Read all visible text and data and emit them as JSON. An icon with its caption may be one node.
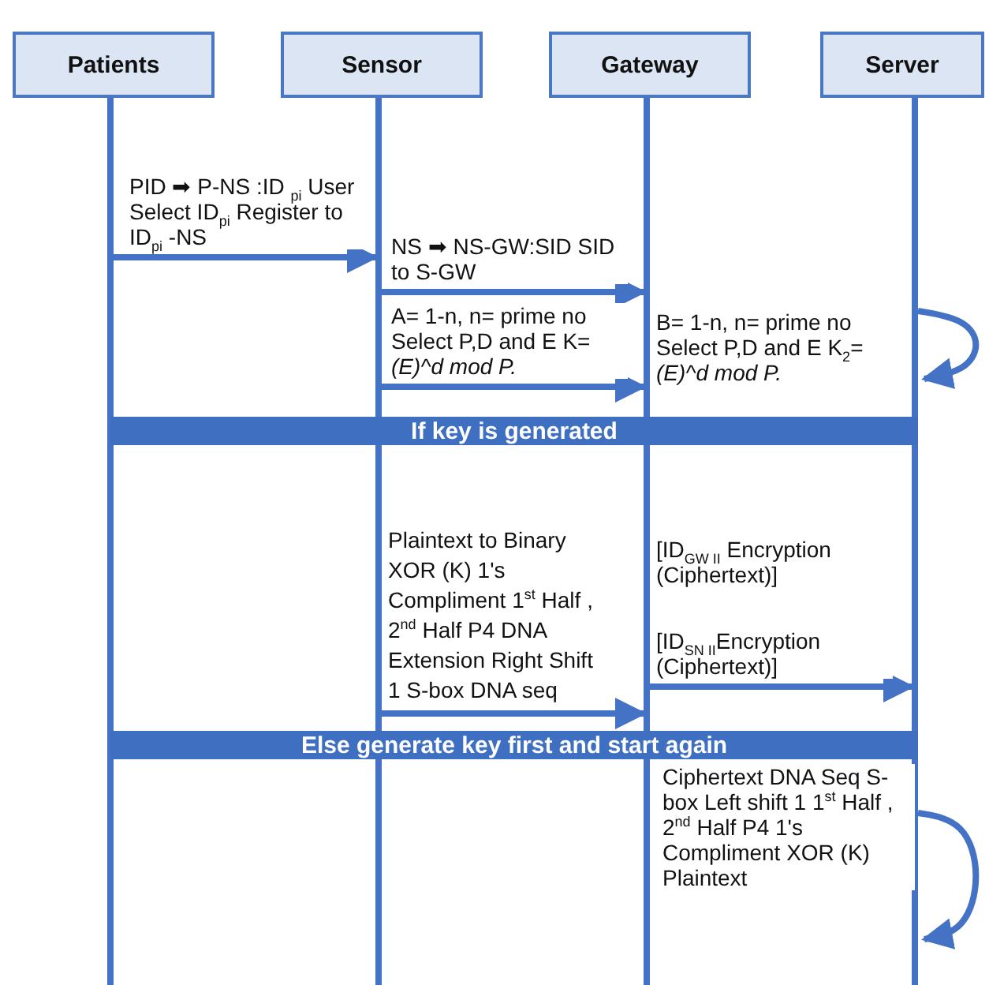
{
  "diagram": {
    "nodes": [
      {
        "text": [
          "Patients"
        ]
      },
      {
        "text": [
          "Sensor"
        ]
      },
      {
        "text": [
          "Gateway"
        ]
      },
      {
        "text": [
          "Server"
        ]
      },
      {
        "text": [],
        "shape": "bar"
      },
      {
        "text": [],
        "shape": "bar"
      },
      {
        "text": [],
        "shape": "bar"
      },
      {
        "text": [],
        "shape": "bar"
      },
      {
        "text": [
          "If key is generated"
        ]
      },
      {
        "text": [
          "Else generate key first and start again"
        ]
      }
    ],
    "edges": [
      {
        "from": 4,
        "to": 5,
        "arrow": "to",
        "label": "PID ➡ P-NS :ID $_{pi}$ User Select ID$_{pi}$ Register to ID$_{pi}$ -NS"
      },
      {
        "from": 5,
        "to": 6,
        "arrow": "to",
        "label": "NS ➡ NS-GW:SID SID to S-GW"
      },
      {
        "from": 5,
        "to": 6,
        "arrow": "to",
        "label": "A= 1-n, n= prime no Select P,D and E K= *(E)^d mod P.*"
      },
      {
        "from": 7,
        "to": 7,
        "arrow": "to"
      },
      {
        "from": 5,
        "to": 6,
        "arrow": "to",
        "label": "Plaintext to Binary XOR (K) 1's Compliment 1$^{st}$ Half , 2$^{nd}$ Half P4 DNA Extension Right Shift 1 S-box DNA seq"
      },
      {
        "from": 6,
        "to": 7,
        "arrow": "to",
        "label": "[ID$_{SN II}$Encryption (Ciphertext)]"
      },
      {
        "from": 7,
        "to": 7,
        "arrow": "to"
      }
    ],
    "labels": [
      "B= 1-n, n= prime no Select P,D and E K$_{2}$= *(E)^d mod P.*",
      "[ID$_{GW II}$ Encryption (Ciphertext)]",
      "Ciphertext DNA Seq S-box Left shift 1 1$^{st}$ Half , 2$^{nd}$ Half P4 1's Compliment XOR (K) Plaintext"
    ]
  }
}
